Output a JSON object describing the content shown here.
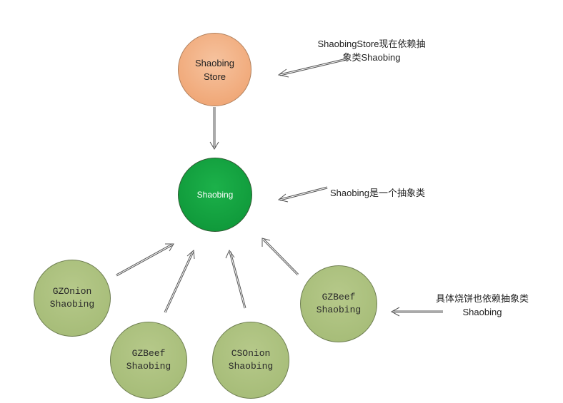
{
  "diagram": {
    "nodes": {
      "shaobing_store": {
        "lines": [
          "Shaobing",
          "Store"
        ],
        "fill": "#f0a878"
      },
      "shaobing": {
        "lines": [
          "Shaobing"
        ],
        "fill": "#109a3b"
      },
      "gz_onion": {
        "lines": [
          "GZOnion",
          "Shaobing"
        ],
        "fill": "#a7bd79"
      },
      "gz_beef_left": {
        "lines": [
          "GZBeef",
          "Shaobing"
        ],
        "fill": "#a7bd79"
      },
      "cs_onion": {
        "lines": [
          "CSOnion",
          "Shaobing"
        ],
        "fill": "#a7bd79"
      },
      "gz_beef_right": {
        "lines": [
          "GZBeef",
          "Shaobing"
        ],
        "fill": "#a7bd79"
      }
    },
    "annotations": {
      "store_note": {
        "lines": [
          "ShaobingStore现在依赖抽",
          "象类Shaobing"
        ]
      },
      "abstract_note": {
        "lines": [
          "Shaobing是一个抽象类"
        ]
      },
      "concrete_note": {
        "lines": [
          "具体烧饼也依赖抽象类",
          "Shaobing"
        ]
      }
    },
    "edges": [
      {
        "from": "shaobing_store",
        "to": "shaobing"
      },
      {
        "from": "gz_onion",
        "to": "shaobing"
      },
      {
        "from": "gz_beef_left",
        "to": "shaobing"
      },
      {
        "from": "cs_onion",
        "to": "shaobing"
      },
      {
        "from": "gz_beef_right",
        "to": "shaobing"
      }
    ],
    "colors": {
      "arrow": "#555555"
    }
  }
}
